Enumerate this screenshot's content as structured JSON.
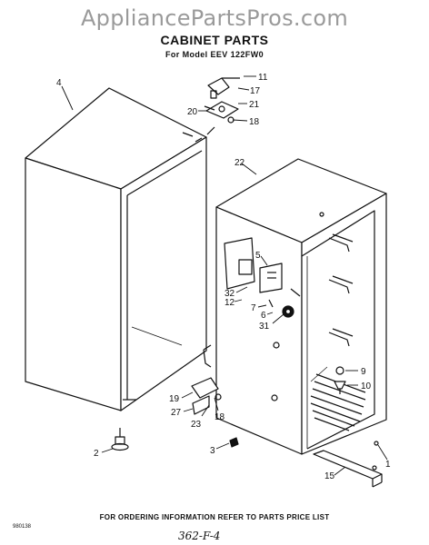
{
  "watermark": "AppliancePartsPros.com",
  "title": "CABINET PARTS",
  "subtitle": "For Model EEV 122FW0",
  "footer": "FOR ORDERING INFORMATION REFER TO PARTS PRICE LIST",
  "doc_number": "980138",
  "handwritten_note": "362-F-4",
  "callouts": {
    "c4": "4",
    "c11": "11",
    "c17": "17",
    "c20": "20",
    "c21": "21",
    "c18a": "18",
    "c22": "22",
    "c5": "5",
    "c32": "32",
    "c12": "12",
    "c7": "7",
    "c6": "6",
    "c31": "31",
    "c9": "9",
    "c10": "10",
    "c19": "19",
    "c27": "27",
    "c18b": "18",
    "c23": "23",
    "c2": "2",
    "c3": "3",
    "c15": "15",
    "c1": "1"
  }
}
